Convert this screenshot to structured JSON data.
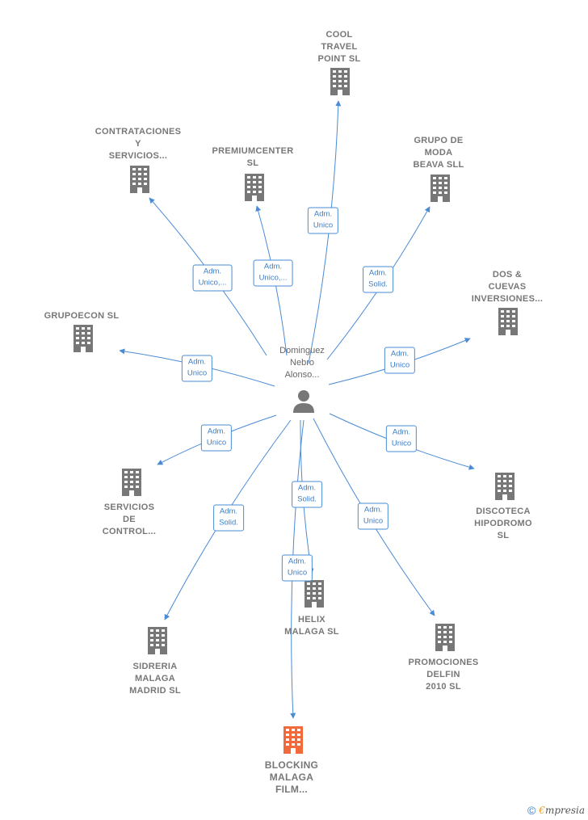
{
  "center": {
    "label": "Dominguez\nNebro\nAlonso..."
  },
  "colors": {
    "edge": "#4a8bd6",
    "node": "#777777",
    "highlight": "#f26a3c",
    "person": "#777777"
  },
  "companies": [
    {
      "id": "cool-travel",
      "label": "COOL\nTRAVEL\nPOINT  SL",
      "edge": "Adm.\nUnico"
    },
    {
      "id": "contrataciones",
      "label": "CONTRATACIONES\nY\nSERVICIOS...",
      "edge": "Adm.\nUnico,..."
    },
    {
      "id": "premiumcenter",
      "label": "PREMIUMCENTER\nSL",
      "edge": "Adm.\nUnico,..."
    },
    {
      "id": "grupo-moda",
      "label": "GRUPO DE\nMODA\nBEAVA SLL",
      "edge": "Adm.\nSolid."
    },
    {
      "id": "dos-cuevas",
      "label": "DOS &\nCUEVAS\nINVERSIONES...",
      "edge": "Adm.\nUnico"
    },
    {
      "id": "grupoecon",
      "label": "GRUPOECON SL",
      "edge": "Adm.\nUnico"
    },
    {
      "id": "servicios-control",
      "label": "SERVICIOS\nDE\nCONTROL...",
      "edge": "Adm.\nUnico"
    },
    {
      "id": "discoteca",
      "label": "DISCOTECA\nHIPODROMO\nSL",
      "edge": "Adm.\nUnico"
    },
    {
      "id": "sidreria",
      "label": "SIDRERIA\nMALAGA\nMADRID  SL",
      "edge": "Adm.\nSolid."
    },
    {
      "id": "helix",
      "label": "HELIX\nMALAGA SL",
      "edge": "Adm.\nSolid."
    },
    {
      "id": "promociones",
      "label": "PROMOCIONES\nDELFIN\n2010 SL",
      "edge": "Adm.\nUnico"
    },
    {
      "id": "blocking",
      "label": "BLOCKING\nMALAGA\nFILM...",
      "edge": "Adm.\nUnico",
      "highlight": true
    }
  ],
  "footer": {
    "copyright": "©",
    "brand_first": "€",
    "brand_rest": "mpresia"
  }
}
